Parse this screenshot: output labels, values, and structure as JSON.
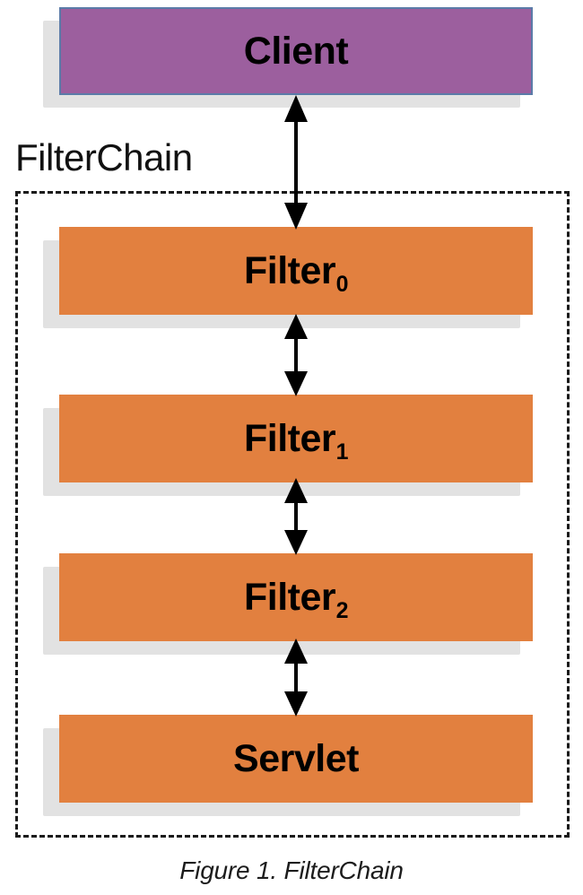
{
  "figure": {
    "caption": "Figure 1. FilterChain",
    "group_label": "FilterChain"
  },
  "colors": {
    "client_fill": "#9c5f9e",
    "client_border": "#5b7ba8",
    "filter_fill": "#e2803f",
    "shadow": "#e2e2e2",
    "dashed_border": "#1a1a1a",
    "text": "#000000",
    "caption_text": "#1c1c1c",
    "background": "#ffffff"
  },
  "nodes": [
    {
      "id": "client",
      "label": "Client",
      "subscript": "",
      "type": "client"
    },
    {
      "id": "filter0",
      "label": "Filter",
      "subscript": "0",
      "type": "filter"
    },
    {
      "id": "filter1",
      "label": "Filter",
      "subscript": "1",
      "type": "filter"
    },
    {
      "id": "filter2",
      "label": "Filter",
      "subscript": "2",
      "type": "filter"
    },
    {
      "id": "servlet",
      "label": "Servlet",
      "subscript": "",
      "type": "filter"
    }
  ],
  "connections": [
    {
      "from": "client",
      "to": "filter0",
      "style": "double-arrow"
    },
    {
      "from": "filter0",
      "to": "filter1",
      "style": "double-arrow"
    },
    {
      "from": "filter1",
      "to": "filter2",
      "style": "double-arrow"
    },
    {
      "from": "filter2",
      "to": "servlet",
      "style": "double-arrow"
    }
  ]
}
